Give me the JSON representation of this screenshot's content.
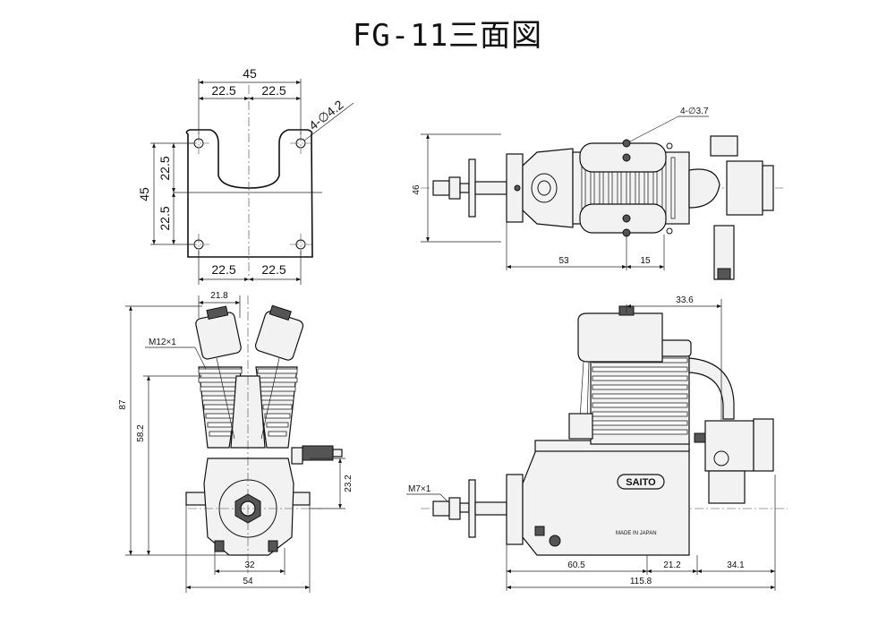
{
  "title": "FG-11三面図",
  "mount_view": {
    "width_total": "45",
    "width_left": "22.5",
    "width_right": "22.5",
    "bottom_left": "22.5",
    "bottom_right": "22.5",
    "height_total": "45",
    "height_upper": "22.5",
    "height_lower": "22.5",
    "holes_note": "4-∅4.2"
  },
  "top_view": {
    "holes_note": "4-∅3.7",
    "height": "46",
    "length_left": "53",
    "length_right": "15"
  },
  "front_view": {
    "top_width": "21.8",
    "thread_note": "M12×1",
    "height_total": "87",
    "height_mid": "58.2",
    "height_low": "23.2",
    "base_width": "32",
    "total_width": "54"
  },
  "side_view": {
    "top_offset": "33.6",
    "thread_note": "M7×1",
    "brand": "SAITO",
    "made_in": "MADE IN JAPAN",
    "length_a": "60.5",
    "length_b": "21.2",
    "length_c": "34.1",
    "length_total": "115.8"
  }
}
